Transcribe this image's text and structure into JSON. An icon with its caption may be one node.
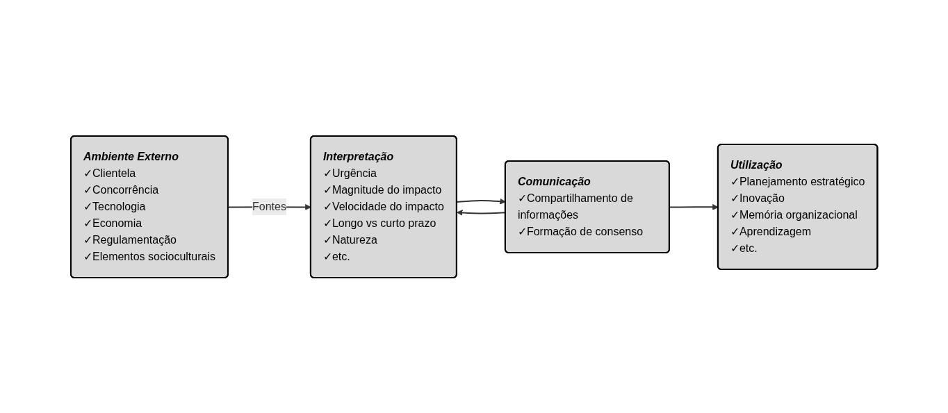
{
  "diagram": {
    "nodes": [
      {
        "text": [
          "Ambiente Externo",
          "✓Clientela",
          "✓Concorrência",
          "✓Tecnologia",
          "✓Economia",
          "✓Regulamentação",
          "✓Elementos socioculturais"
        ]
      },
      {
        "text": [
          "Interpretação",
          "✓Urgência",
          "✓Magnitude do impacto",
          "✓Velocidade do impacto",
          "✓Longo vs curto prazo",
          "✓Natureza",
          "✓etc."
        ]
      },
      {
        "text": [
          "Comunicação",
          "✓Compartilhamento de informações",
          "✓Formação de consenso"
        ]
      },
      {
        "text": [
          "Utilização",
          "✓Planejamento estratégico",
          "✓Inovação",
          "✓Memória organizacional",
          "✓Aprendizagem",
          "✓etc."
        ]
      }
    ],
    "edges": [
      {
        "from": 0,
        "to": 1,
        "arrow": "to",
        "label": "Fontes"
      },
      {
        "from": 1,
        "to": 2,
        "arrow": "to"
      },
      {
        "from": 2,
        "to": 1,
        "arrow": "to"
      },
      {
        "from": 2,
        "to": 3,
        "arrow": "to"
      }
    ]
  }
}
